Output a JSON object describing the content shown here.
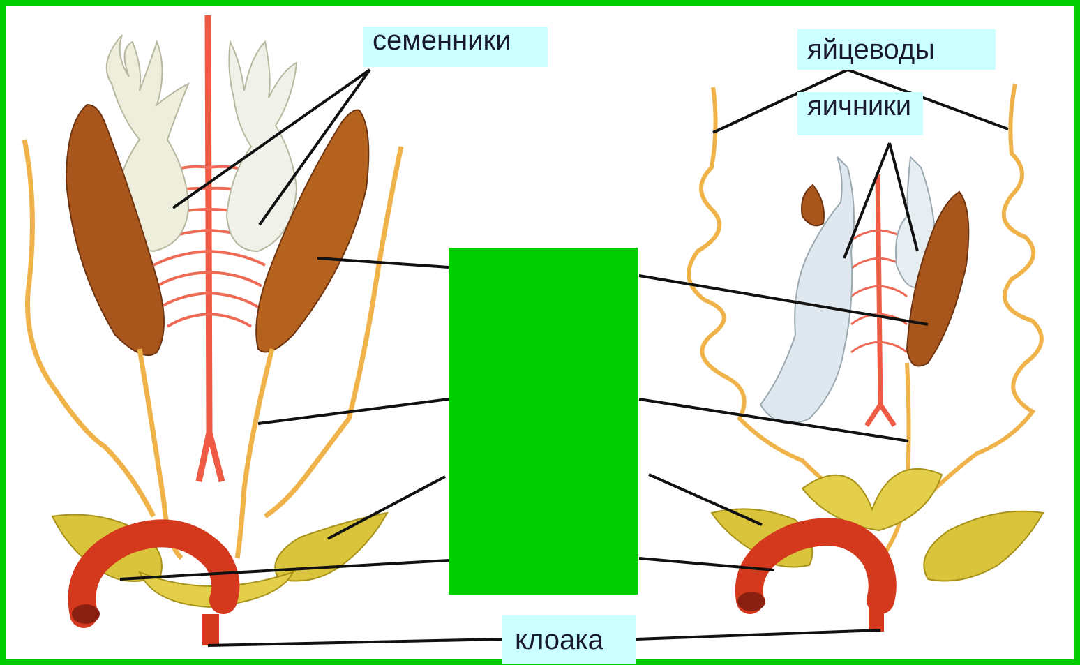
{
  "colors": {
    "frame": "#00cc00",
    "label_bg": "#ccffff",
    "kidney": "#a8561c",
    "testis": "#eeeedd",
    "ovary": "#dfe8ee",
    "artery": "#ef5a44",
    "duct": "#efb34a",
    "bladder": "#d9c43b",
    "intestine": "#d4391e",
    "answer_box": "#00cc00"
  },
  "labels": {
    "testes": "семенники",
    "oviducts": "яйцеводы",
    "ovaries": "яичники",
    "cloaca": "клоака"
  },
  "hidden_answer_box": {
    "color": "#00cc00"
  }
}
